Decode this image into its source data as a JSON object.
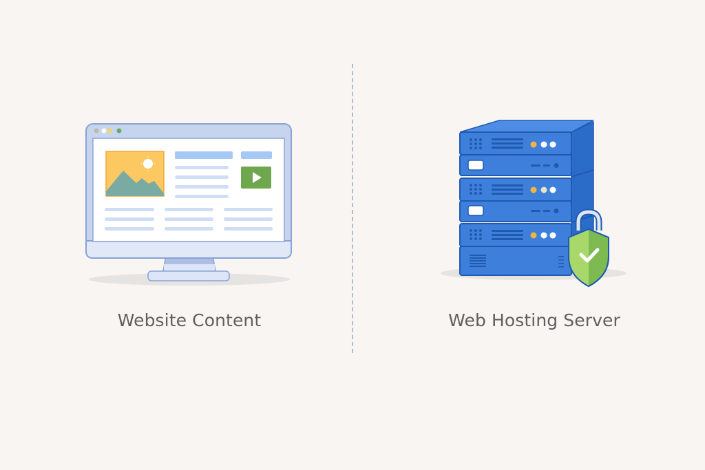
{
  "left_panel": {
    "caption": "Website Content",
    "icon": "monitor-with-webpage-icon",
    "window_dots": [
      "#b9bba5",
      "#ffffff",
      "#f3d46a",
      "#6aa86a"
    ],
    "elements": {
      "image_thumbnail": "image-placeholder-icon",
      "video_thumbnail": "play-video-icon"
    }
  },
  "right_panel": {
    "caption": "Web Hosting Server",
    "icon": "server-rack-icon",
    "badge": "security-shield-lock-icon"
  },
  "divider": "dashed-vertical-divider",
  "colors": {
    "background": "#f8f5f2",
    "caption_text": "#5f5f5f",
    "monitor_frame": "#c7d4ee",
    "monitor_border": "#8aa3d4",
    "text_lines": "#cfddf5",
    "accent_line": "#a6c8f4",
    "image_bg": "#fbc862",
    "mountain": "#7aaba3",
    "play_button": "#6ea74e",
    "server_blue": "#3f7fdc",
    "server_dark": "#1f5ab0",
    "led_amber": "#f1b43c",
    "shield_green_light": "#a9d86a",
    "shield_green_dark": "#7dbb52"
  }
}
